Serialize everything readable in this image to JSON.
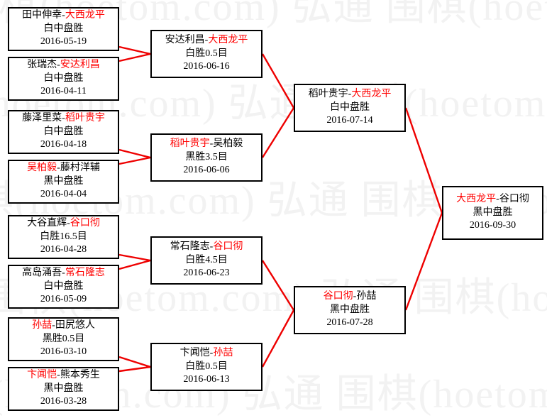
{
  "watermark": {
    "text": "围棋(hoetom.com) 弘通",
    "color": "#f2f2f2"
  },
  "colors": {
    "winner": "#ff0000",
    "loser": "#000000",
    "connector": "#ee0000",
    "box_border": "#000000",
    "background": "#ffffff"
  },
  "bracket": {
    "rounds": [
      {
        "name": "round-1",
        "matches": [
          {
            "id": "r1m1",
            "left": "田中伸幸",
            "right": "大西龙平",
            "winner": "right",
            "result": "白中盘胜",
            "date": "2016-05-19"
          },
          {
            "id": "r1m2",
            "left": "张瑞杰",
            "right": "安达利昌",
            "winner": "right",
            "result": "白中盘胜",
            "date": "2016-04-11"
          },
          {
            "id": "r1m3",
            "left": "藤泽里菜",
            "right": "稻叶贵宇",
            "winner": "right",
            "result": "白中盘胜",
            "date": "2016-04-18"
          },
          {
            "id": "r1m4",
            "left": "吴柏毅",
            "right": "藤村洋辅",
            "winner": "left",
            "result": "黑中盘胜",
            "date": "2016-04-04"
          },
          {
            "id": "r1m5",
            "left": "大谷直辉",
            "right": "谷口彻",
            "winner": "right",
            "result": "白胜16.5目",
            "date": "2016-04-28"
          },
          {
            "id": "r1m6",
            "left": "高岛涌吾",
            "right": "常石隆志",
            "winner": "right",
            "result": "白中盘胜",
            "date": "2016-05-09"
          },
          {
            "id": "r1m7",
            "left": "孙喆",
            "right": "田尻悠人",
            "winner": "left",
            "result": "黑胜0.5目",
            "date": "2016-03-10"
          },
          {
            "id": "r1m8",
            "left": "卞闻恺",
            "right": "熊本秀生",
            "winner": "left",
            "result": "黑中盘胜",
            "date": "2016-03-28"
          }
        ]
      },
      {
        "name": "round-2",
        "matches": [
          {
            "id": "r2m1",
            "left": "安达利昌",
            "right": "大西龙平",
            "winner": "right",
            "result": "白胜0.5目",
            "date": "2016-06-16"
          },
          {
            "id": "r2m2",
            "left": "稻叶贵宇",
            "right": "吴柏毅",
            "winner": "left",
            "result": "黑胜3.5目",
            "date": "2016-06-06"
          },
          {
            "id": "r2m3",
            "left": "常石隆志",
            "right": "谷口彻",
            "winner": "right",
            "result": "白胜4.5目",
            "date": "2016-06-23"
          },
          {
            "id": "r2m4",
            "left": "卞闻恺",
            "right": "孙喆",
            "winner": "right",
            "result": "白胜0.5目",
            "date": "2016-06-13"
          }
        ]
      },
      {
        "name": "semifinal",
        "matches": [
          {
            "id": "r3m1",
            "left": "稻叶贵宇",
            "right": "大西龙平",
            "winner": "right",
            "result": "白中盘胜",
            "date": "2016-07-14"
          },
          {
            "id": "r3m2",
            "left": "谷口彻",
            "right": "孙喆",
            "winner": "left",
            "result": "黑中盘胜",
            "date": "2016-07-28"
          }
        ]
      },
      {
        "name": "final",
        "matches": [
          {
            "id": "r4m1",
            "left": "大西龙平",
            "right": "谷口彻",
            "winner": "left",
            "result": "黑中盘胜",
            "date": "2016-09-30"
          }
        ]
      }
    ]
  }
}
